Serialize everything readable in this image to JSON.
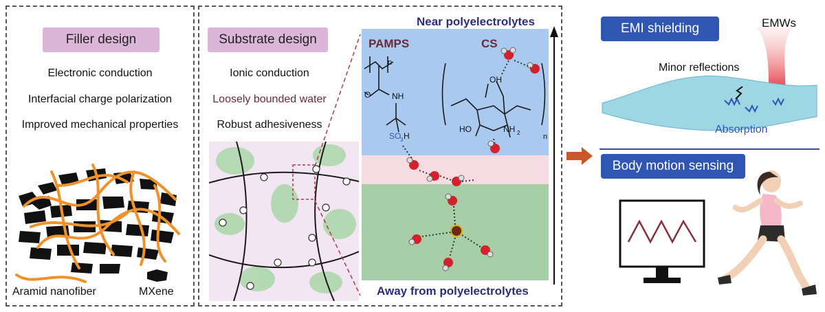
{
  "filler": {
    "title": "Filler design",
    "items": [
      "Electronic conduction",
      "Interfacial charge polarization",
      "Improved mechanical properties"
    ],
    "legend_fiber": "Aramid nanofiber",
    "legend_mxene": "MXene"
  },
  "substrate": {
    "title": "Substrate design",
    "items": [
      "Ionic conduction",
      "Loosely bounded water",
      "Robust adhesiveness"
    ],
    "highlight_color": "#6b2a35"
  },
  "molecule": {
    "near_label": "Near polyelectrolytes",
    "away_label": "Away from polyelectrolytes",
    "pamps": "PAMPS",
    "cs": "CS",
    "n1": "n",
    "n2": "n",
    "nh": "NH",
    "oh": "OH",
    "ho": "HO",
    "nh2": "NH",
    "nh2_sub": "2",
    "so3h": "SO",
    "so3h_tail": "H",
    "so3h_sub": "3",
    "label_color": "#2b2f7a",
    "colors": {
      "top": "#a9c9ee",
      "middle": "#f6dce2",
      "bottom": "#a7cfa7"
    }
  },
  "right": {
    "emi_title": "EMI shielding",
    "emws": "EMWs",
    "minor_reflections": "Minor reflections",
    "absorption": "Absorption",
    "body_title": "Body motion sensing",
    "accent": "#2f56b3"
  }
}
